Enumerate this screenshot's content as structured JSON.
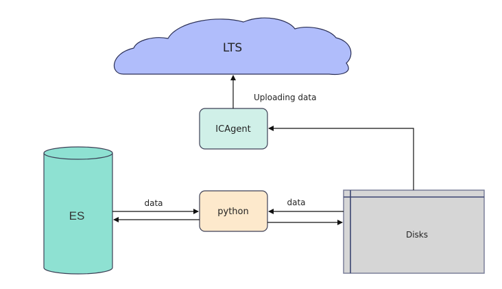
{
  "diagram": {
    "colors": {
      "cloud_fill": "#b0bdfb",
      "cloud_stroke": "#2a2f55",
      "icagent_fill": "#d0f0e8",
      "python_fill": "#fde9cc",
      "es_fill": "#8ee1d2",
      "disks_fill": "#d6d6d6",
      "disks_stroke": "#3a4470",
      "node_stroke": "#3c3f55"
    },
    "nodes": {
      "lts": {
        "label": "LTS",
        "shape": "cloud"
      },
      "icagent": {
        "label": "ICAgent",
        "shape": "rounded-rect"
      },
      "python": {
        "label": "python",
        "shape": "rounded-rect"
      },
      "es": {
        "label": "ES",
        "shape": "cylinder"
      },
      "disks": {
        "label": "Disks",
        "shape": "internal-storage"
      }
    },
    "edges": [
      {
        "from": "icagent",
        "to": "lts",
        "label": "Uploading data"
      },
      {
        "from": "disks",
        "to": "icagent",
        "label": ""
      },
      {
        "from": "es",
        "to": "python",
        "label": "data"
      },
      {
        "from": "python",
        "to": "es",
        "label": ""
      },
      {
        "from": "disks",
        "to": "python",
        "label": "data"
      },
      {
        "from": "python",
        "to": "disks",
        "label": ""
      }
    ]
  }
}
